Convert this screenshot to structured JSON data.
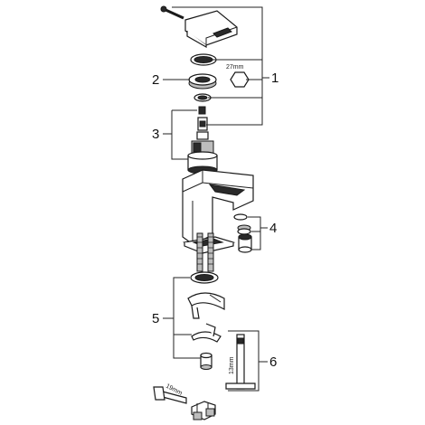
{
  "callouts": {
    "c1": "1",
    "c2": "2",
    "c3": "3",
    "c4": "4",
    "c5": "5",
    "c6": "6"
  },
  "dimensions": {
    "hex_size": "27mm",
    "tool_size": "13mm",
    "wrench_size": "19mm"
  }
}
